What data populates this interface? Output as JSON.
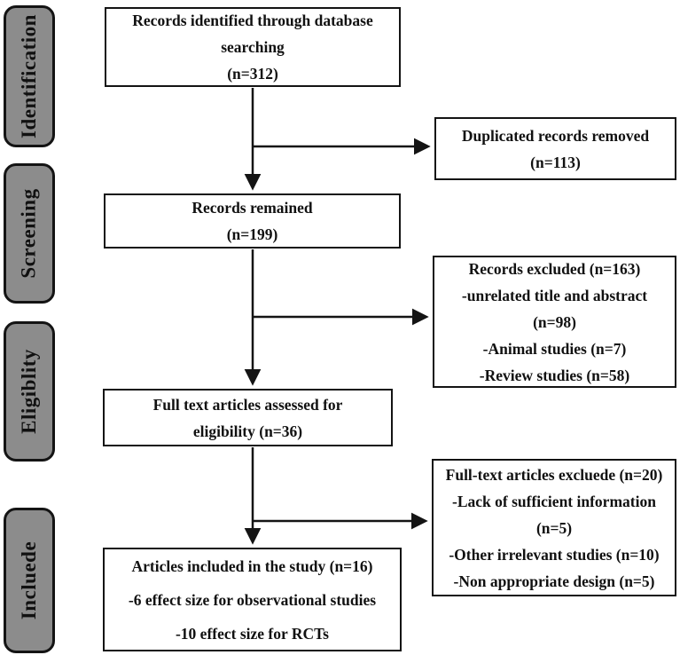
{
  "figure": {
    "type": "prisma-flow-diagram",
    "description": "Flow diagram of study selection"
  },
  "colors": {
    "background": "#ffffff",
    "box_fill": "#ffffff",
    "box_border": "#141414",
    "stage_fill": "#8c8c8c",
    "text": "#111111"
  },
  "stages": [
    {
      "label": "Identification"
    },
    {
      "label": "Screening"
    },
    {
      "label": "Eligiblity"
    },
    {
      "label": "Incluede"
    }
  ],
  "boxes": {
    "identified": {
      "lines": [
        "Records identified through database",
        "searching",
        "(n=312)"
      ]
    },
    "duplicates_removed": {
      "lines": [
        "Duplicated records removed",
        "(n=113)"
      ]
    },
    "remained": {
      "lines": [
        "Records remained",
        "(n=199)"
      ]
    },
    "records_excluded": {
      "lines": [
        "Records excluded (n=163)",
        "-unrelated title and abstract",
        "(n=98)",
        "-Animal studies (n=7)",
        "-Review studies (n=58)"
      ]
    },
    "fulltext_assessed": {
      "lines": [
        "Full text articles assessed for",
        "eligibility (n=36)"
      ]
    },
    "fulltext_excluded": {
      "lines": [
        "Full-text articles excluede (n=20)",
        "-Lack of sufficient information",
        "(n=5)",
        "-Other irrelevant studies (n=10)",
        "-Non appropriate design (n=5)"
      ]
    },
    "included": {
      "lines": [
        "Articles included in the study (n=16)",
        "-6 effect size for observational studies",
        "-10 effect size for RCTs"
      ]
    }
  }
}
